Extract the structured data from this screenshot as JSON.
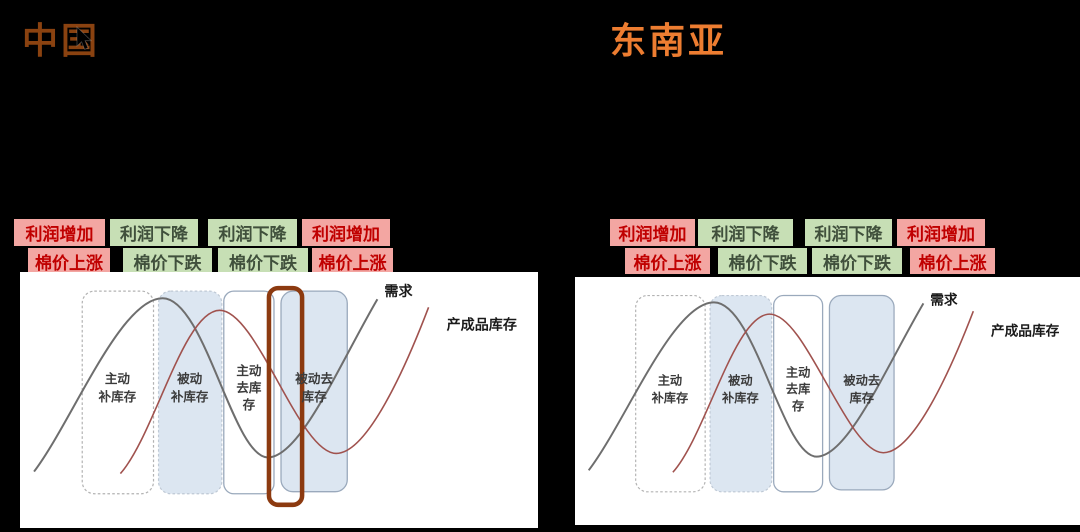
{
  "left": {
    "title": "中国",
    "profit_labels": [
      "利润增加",
      "利润下降",
      "利润下降",
      "利润增加"
    ],
    "price_labels": [
      "棉价上涨",
      "棉价下跌",
      "棉价下跌",
      "棉价上涨"
    ],
    "has_highlight_marker": true
  },
  "right": {
    "title": "东南亚",
    "profit_labels": [
      "利润增加",
      "利润下降",
      "利润下降",
      "利润增加"
    ],
    "price_labels": [
      "棉价上涨",
      "棉价下跌",
      "棉价下跌",
      "棉价上涨"
    ],
    "has_highlight_marker": false
  },
  "chart": {
    "demand_label": "需求",
    "inventory_label": "产成品库存",
    "phases": [
      {
        "name": "active-restock",
        "lines": [
          "主动",
          "补库存"
        ]
      },
      {
        "name": "passive-restock",
        "lines": [
          "被动",
          "补库存"
        ]
      },
      {
        "name": "active-destock",
        "lines": [
          "主动",
          "去库",
          "存"
        ]
      },
      {
        "name": "passive-destock",
        "lines": [
          "被动去",
          "库存"
        ]
      }
    ],
    "curves": [
      {
        "name": "demand",
        "shape": "sine-like wave: rises to peak over 被动补库存, falls to trough over 被动去库存, rises again"
      },
      {
        "name": "finished-goods-inventory",
        "shape": "same wave lagged right: peaks over 主动去库存, troughs after 被动去库存"
      }
    ]
  },
  "colors": {
    "background": "#000000",
    "panel": "#FFFFFF",
    "title_left": "#8A4210",
    "title_right": "#ED7D31",
    "pink_bg": "#F3A6A2",
    "pink_text": "#C00000",
    "green_bg": "#C7DFB5",
    "green_text": "#40503C",
    "blue_fill": "#DCE6F1",
    "dash_border": "#B3B3B3",
    "solid_border": "#9AA9BC",
    "demand_curve": "#6E6E6E",
    "inventory_curve": "#A0524E",
    "highlight": "#8C3A10",
    "phase_text": "#3B3B3B",
    "curve_label": "#1A1A1A"
  }
}
